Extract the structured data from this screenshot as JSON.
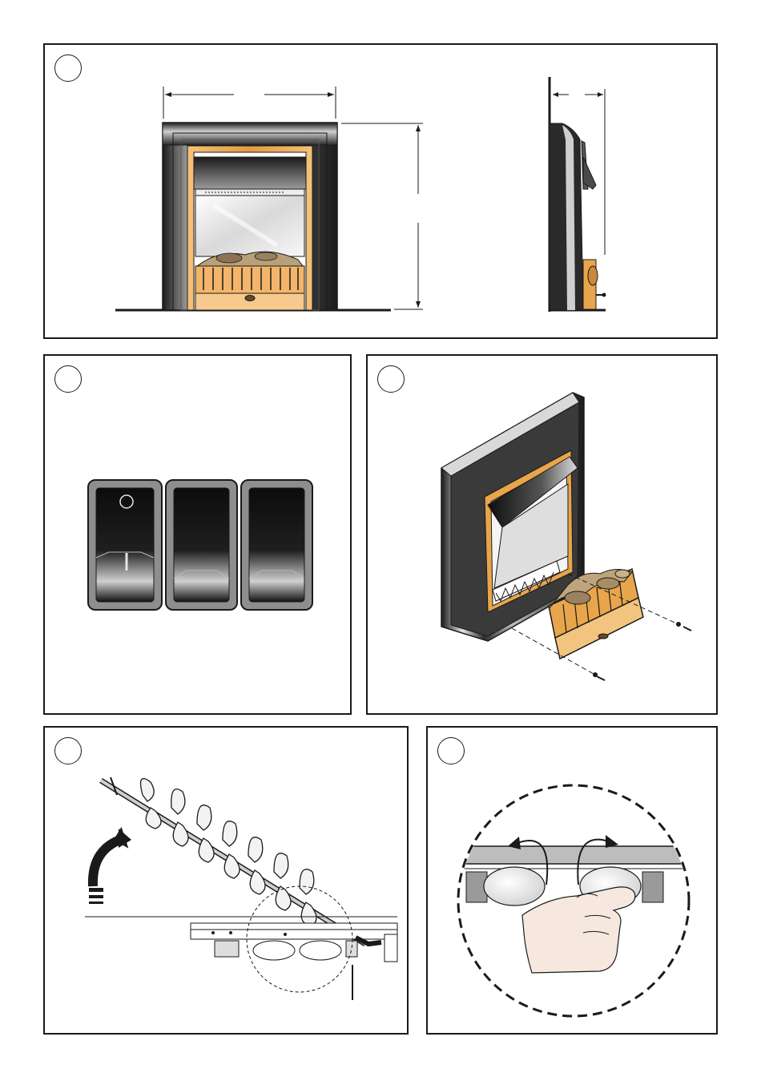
{
  "figures": [
    {
      "id": "fig1",
      "number": "",
      "title": "fireplace-dimensions"
    },
    {
      "id": "fig2",
      "number": "",
      "title": "control-switches"
    },
    {
      "id": "fig3",
      "number": "",
      "title": "fuel-bed-removal"
    },
    {
      "id": "fig4",
      "number": "",
      "title": "flame-effect-spinner"
    },
    {
      "id": "fig5",
      "number": "",
      "title": "lamp-replacement"
    }
  ],
  "switches": {
    "switch1_off_symbol": "O",
    "switch1_on_symbol": "I"
  },
  "colors": {
    "line": "#1a1a1a",
    "brass": "#e8a54b",
    "chrome_dark": "#2a2a2a",
    "chrome_light": "#d8d8d8",
    "glass": "#f2f2f2",
    "skin": "#f6e7df"
  }
}
